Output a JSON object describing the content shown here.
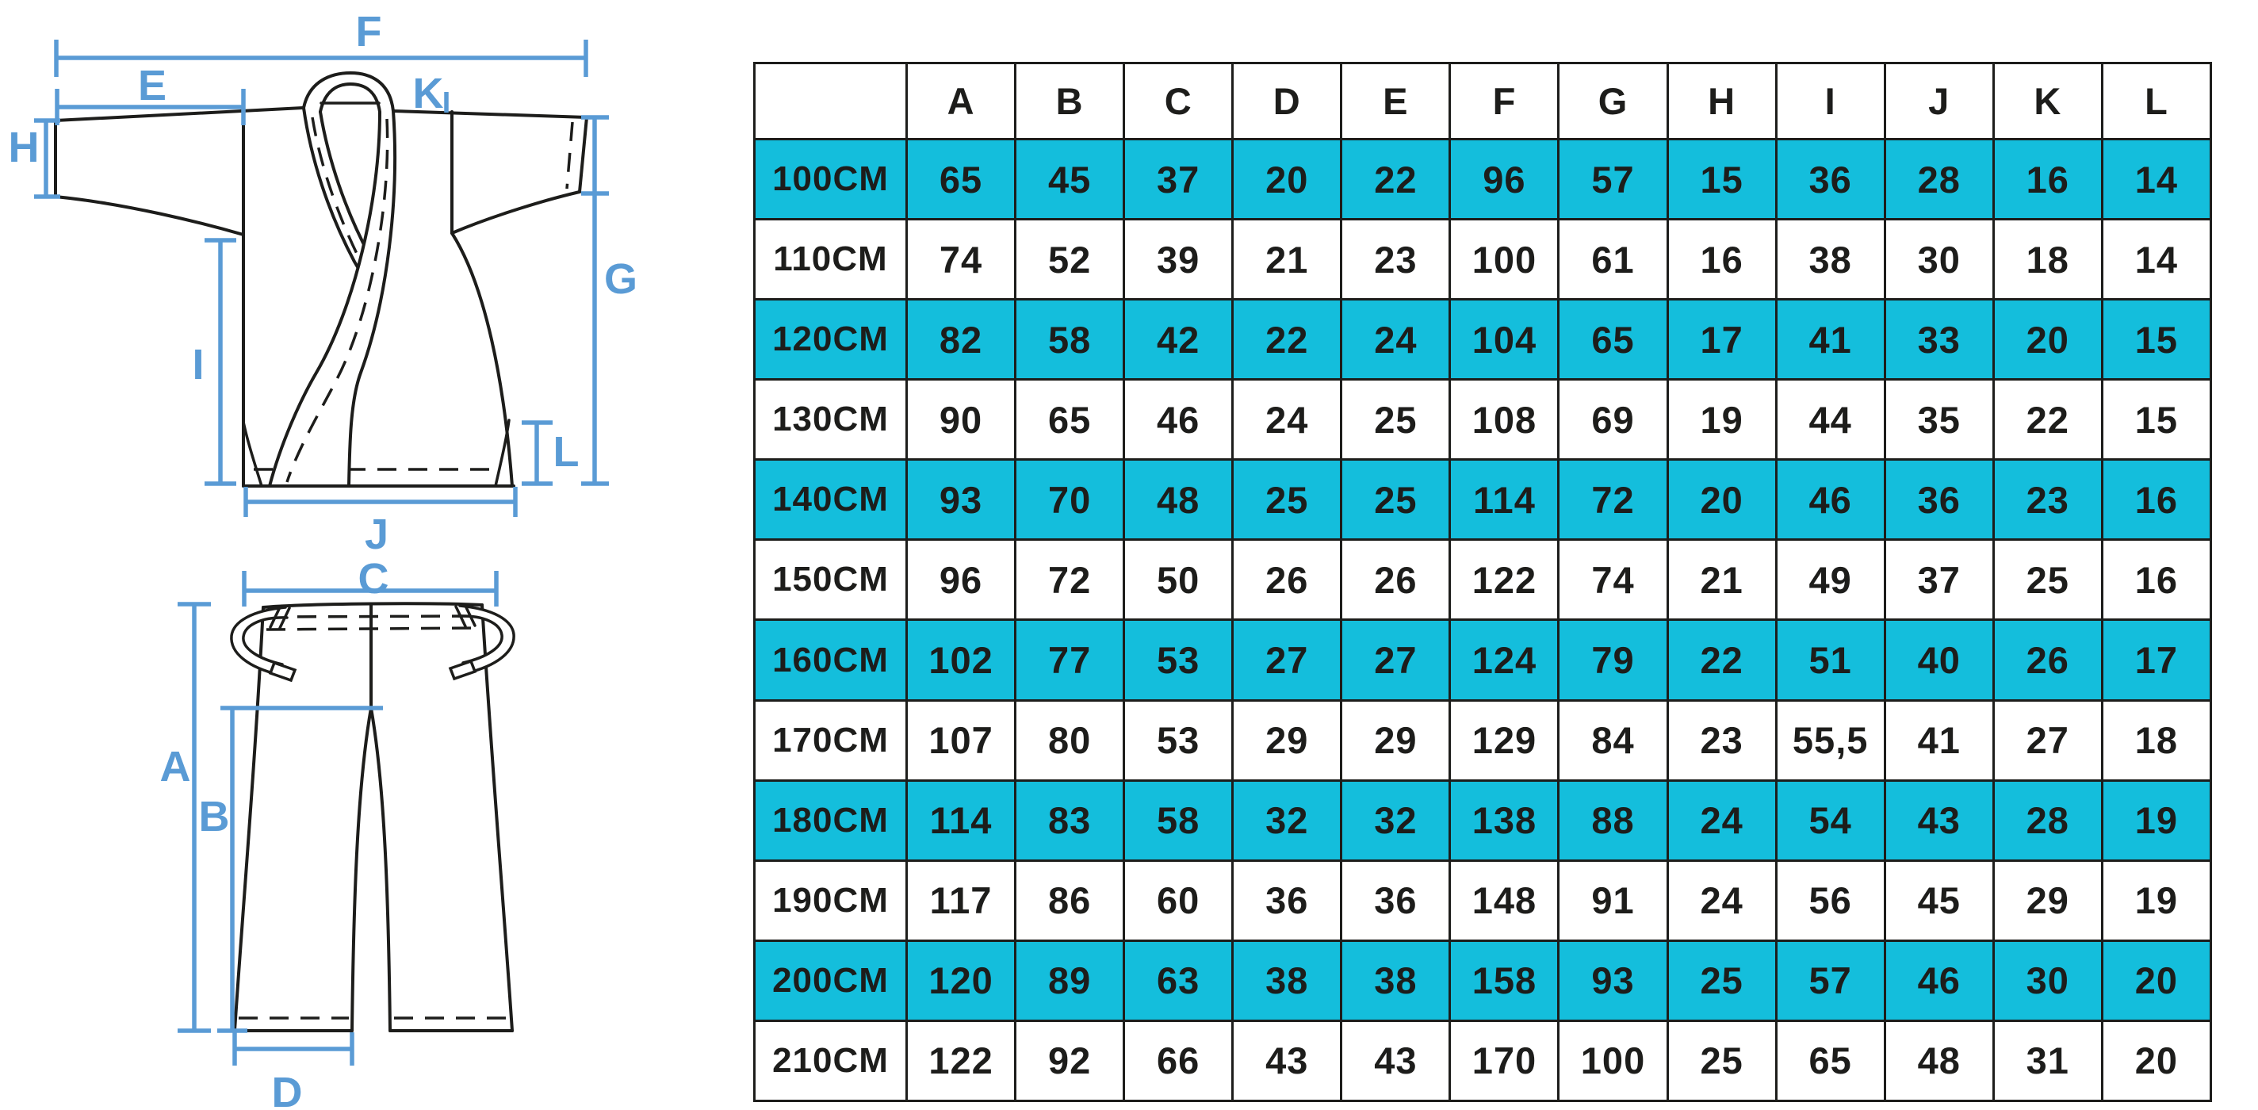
{
  "diagram": {
    "accent_blue": "#5a9bd5",
    "jacket_labels": {
      "F": "F",
      "E": "E",
      "K": "K",
      "H": "H",
      "G": "G",
      "I": "I",
      "L": "L",
      "J": "J"
    },
    "pants_labels": {
      "C": "C",
      "A": "A",
      "B": "B",
      "D": "D"
    }
  },
  "chart_data": {
    "type": "table",
    "title": "",
    "columns": [
      "A",
      "B",
      "C",
      "D",
      "E",
      "F",
      "G",
      "H",
      "I",
      "J",
      "K",
      "L"
    ],
    "row_header_unit": "CM",
    "highlight_color": "#14bedc",
    "ink_color": "#1d1d1b",
    "rows": [
      {
        "size": "100CM",
        "highlight": true,
        "values": [
          "65",
          "45",
          "37",
          "20",
          "22",
          "96",
          "57",
          "15",
          "36",
          "28",
          "16",
          "14"
        ]
      },
      {
        "size": "110CM",
        "highlight": false,
        "values": [
          "74",
          "52",
          "39",
          "21",
          "23",
          "100",
          "61",
          "16",
          "38",
          "30",
          "18",
          "14"
        ]
      },
      {
        "size": "120CM",
        "highlight": true,
        "values": [
          "82",
          "58",
          "42",
          "22",
          "24",
          "104",
          "65",
          "17",
          "41",
          "33",
          "20",
          "15"
        ]
      },
      {
        "size": "130CM",
        "highlight": false,
        "values": [
          "90",
          "65",
          "46",
          "24",
          "25",
          "108",
          "69",
          "19",
          "44",
          "35",
          "22",
          "15"
        ]
      },
      {
        "size": "140CM",
        "highlight": true,
        "values": [
          "93",
          "70",
          "48",
          "25",
          "25",
          "114",
          "72",
          "20",
          "46",
          "36",
          "23",
          "16"
        ]
      },
      {
        "size": "150CM",
        "highlight": false,
        "values": [
          "96",
          "72",
          "50",
          "26",
          "26",
          "122",
          "74",
          "21",
          "49",
          "37",
          "25",
          "16"
        ]
      },
      {
        "size": "160CM",
        "highlight": true,
        "values": [
          "102",
          "77",
          "53",
          "27",
          "27",
          "124",
          "79",
          "22",
          "51",
          "40",
          "26",
          "17"
        ]
      },
      {
        "size": "170CM",
        "highlight": false,
        "values": [
          "107",
          "80",
          "53",
          "29",
          "29",
          "129",
          "84",
          "23",
          "55,5",
          "41",
          "27",
          "18"
        ]
      },
      {
        "size": "180CM",
        "highlight": true,
        "values": [
          "114",
          "83",
          "58",
          "32",
          "32",
          "138",
          "88",
          "24",
          "54",
          "43",
          "28",
          "19"
        ]
      },
      {
        "size": "190CM",
        "highlight": false,
        "values": [
          "117",
          "86",
          "60",
          "36",
          "36",
          "148",
          "91",
          "24",
          "56",
          "45",
          "29",
          "19"
        ]
      },
      {
        "size": "200CM",
        "highlight": true,
        "values": [
          "120",
          "89",
          "63",
          "38",
          "38",
          "158",
          "93",
          "25",
          "57",
          "46",
          "30",
          "20"
        ]
      },
      {
        "size": "210CM",
        "highlight": false,
        "values": [
          "122",
          "92",
          "66",
          "43",
          "43",
          "170",
          "100",
          "25",
          "65",
          "48",
          "31",
          "20"
        ]
      }
    ]
  }
}
